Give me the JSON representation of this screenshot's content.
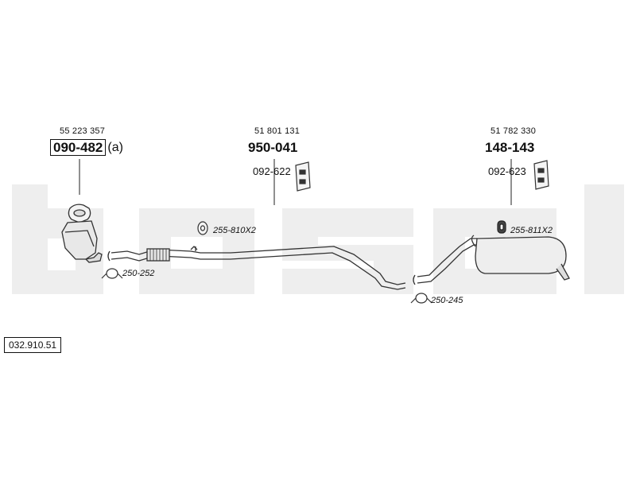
{
  "diagram": {
    "document_number": "032.910.51",
    "watermark_text": "bosal",
    "parts": [
      {
        "oem_number": "55 223 357",
        "part_number": "090-482",
        "suffix": "(a)"
      },
      {
        "oem_number": "51 801 131",
        "part_number": "950-041",
        "bracket_number": "092-622"
      },
      {
        "oem_number": "51 782 330",
        "part_number": "148-143",
        "bracket_number": "092-623"
      }
    ],
    "fittings": [
      {
        "label": "255-810X2"
      },
      {
        "label": "250-252"
      },
      {
        "label": "250-245"
      },
      {
        "label": "255-811X2"
      }
    ]
  }
}
